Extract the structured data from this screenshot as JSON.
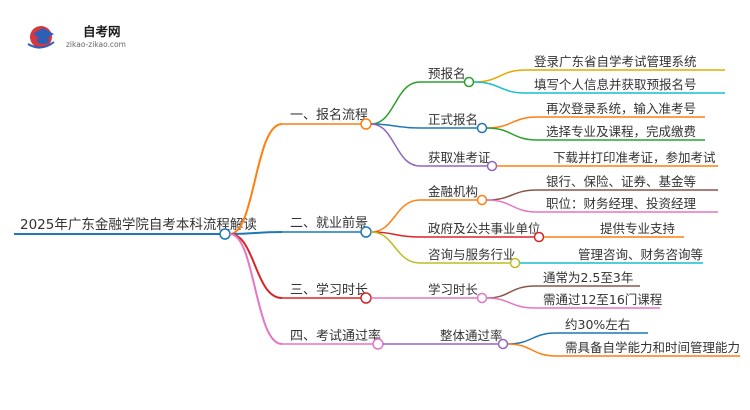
{
  "logo": {
    "name": "自考网",
    "url": "zikao-zikao.com"
  },
  "root": {
    "label": "2025年广东金融学院自考本科流程解读",
    "color": "#1f77b4"
  },
  "branches": [
    {
      "label": "一、报名流程",
      "color": "#ff7f0e",
      "children": [
        {
          "label": "预报名",
          "color": "#2ca02c",
          "leaves": [
            {
              "label": "登录广东省自学考试管理系统",
              "color": "#e6a800"
            },
            {
              "label": "填写个人信息并获取预报名号",
              "color": "#17becf"
            }
          ]
        },
        {
          "label": "正式报名",
          "color": "#1f77b4",
          "leaves": [
            {
              "label": "再次登录系统，输入准考号",
              "color": "#ff7f0e"
            },
            {
              "label": "选择专业及课程，完成缴费",
              "color": "#2ca02c"
            }
          ]
        },
        {
          "label": "获取准考证",
          "color": "#9467bd",
          "leaves": [
            {
              "label": "下载并打印准考证，参加考试",
              "color": "#ff7f0e"
            }
          ]
        }
      ]
    },
    {
      "label": "二、就业前景",
      "color": "#1f77b4",
      "children": [
        {
          "label": "金融机构",
          "color": "#ff7f0e",
          "leaves": [
            {
              "label": "银行、保险、证券、基金等",
              "color": "#8c564b"
            },
            {
              "label": "职位：财务经理、投资经理",
              "color": "#e377c2"
            }
          ]
        },
        {
          "label": "政府及公共事业单位",
          "color": "#d62728",
          "leaves": [
            {
              "label": "提供专业支持",
              "color": "#ff7f0e"
            }
          ]
        },
        {
          "label": "咨询与服务行业",
          "color": "#bcbd22",
          "leaves": [
            {
              "label": "管理咨询、财务咨询等",
              "color": "#17becf"
            }
          ]
        }
      ]
    },
    {
      "label": "三、学习时长",
      "color": "#d62728",
      "children": [
        {
          "label": "学习时长",
          "color": "#e377c2",
          "leaves": [
            {
              "label": "通常为2.5至3年",
              "color": "#8c564b"
            },
            {
              "label": "需通过12至16门课程",
              "color": "#e377c2"
            }
          ]
        }
      ]
    },
    {
      "label": "四、考试通过率",
      "color": "#e377c2",
      "children": [
        {
          "label": "整体通过率",
          "color": "#9467bd",
          "leaves": [
            {
              "label": "约30%左右",
              "color": "#1f77b4"
            },
            {
              "label": "需具备自学能力和时间管理能力",
              "color": "#ff7f0e"
            }
          ]
        }
      ]
    }
  ]
}
